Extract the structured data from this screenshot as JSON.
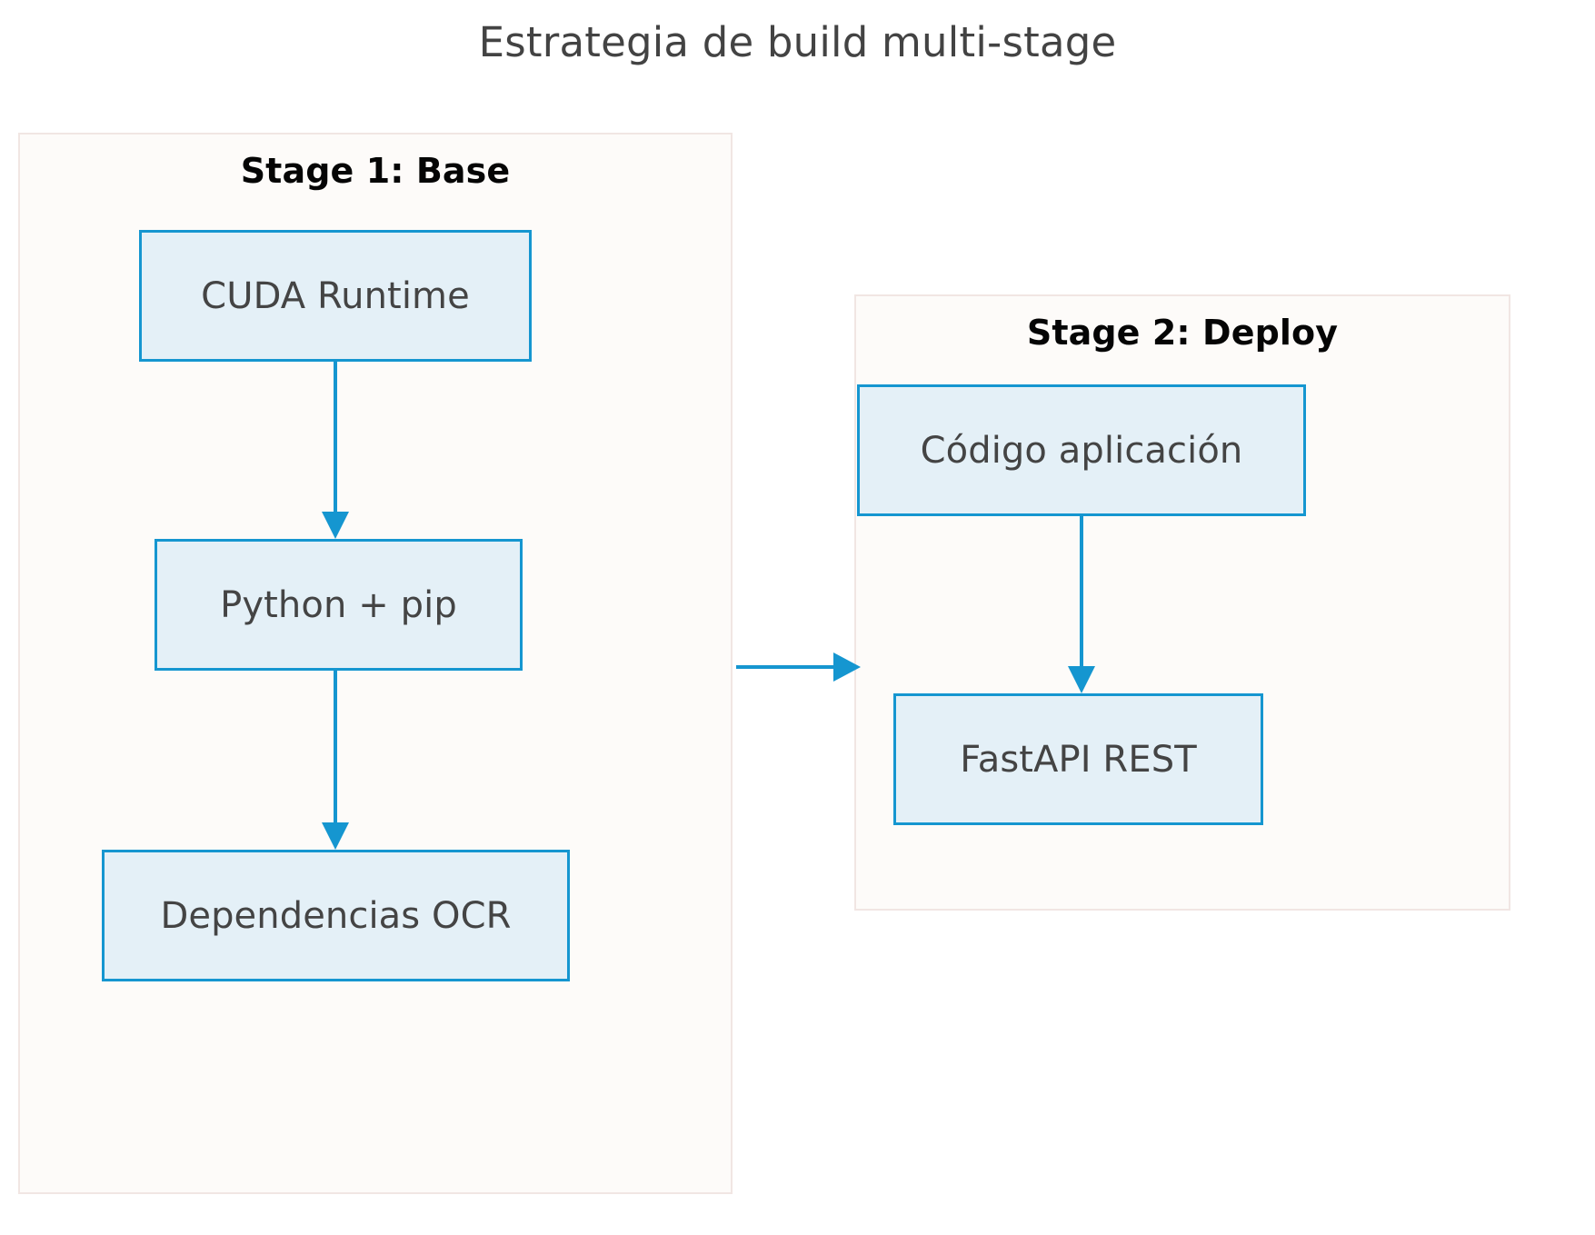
{
  "title": "Estrategia de build multi-stage",
  "theme": {
    "page_background": "#ffffff",
    "title_color": "#434343",
    "container_fill": "#fdfbf9",
    "container_border": "#f1e6e3",
    "node_fill": "#e4f0f7",
    "node_border": "#1596d0",
    "node_text": "#444444",
    "arrow_color": "#1596d0",
    "stage_label_color": "#050505"
  },
  "stages": [
    {
      "id": "stage-1",
      "label": "Stage 1: Base",
      "nodes": [
        {
          "id": "node-cuda",
          "label": "CUDA Runtime"
        },
        {
          "id": "node-python",
          "label": "Python + pip"
        },
        {
          "id": "node-ocr",
          "label": "Dependencias OCR"
        }
      ]
    },
    {
      "id": "stage-2",
      "label": "Stage 2: Deploy",
      "nodes": [
        {
          "id": "node-codigo",
          "label": "Código aplicación"
        },
        {
          "id": "node-fastapi",
          "label": "FastAPI REST"
        }
      ]
    }
  ],
  "edges": [
    {
      "id": "edge-cuda-python",
      "from": "CUDA Runtime",
      "to": "Python + pip",
      "direction": "down",
      "arrowhead": true
    },
    {
      "id": "edge-python-ocr",
      "from": "Python + pip",
      "to": "Dependencias OCR",
      "direction": "down",
      "arrowhead": true
    },
    {
      "id": "edge-stage1-stage2",
      "from": "Stage 1: Base",
      "to": "Stage 2: Deploy",
      "direction": "right",
      "arrowhead": true
    },
    {
      "id": "edge-codigo-fastapi",
      "from": "Código aplicación",
      "to": "FastAPI REST",
      "direction": "down",
      "arrowhead": true
    }
  ]
}
